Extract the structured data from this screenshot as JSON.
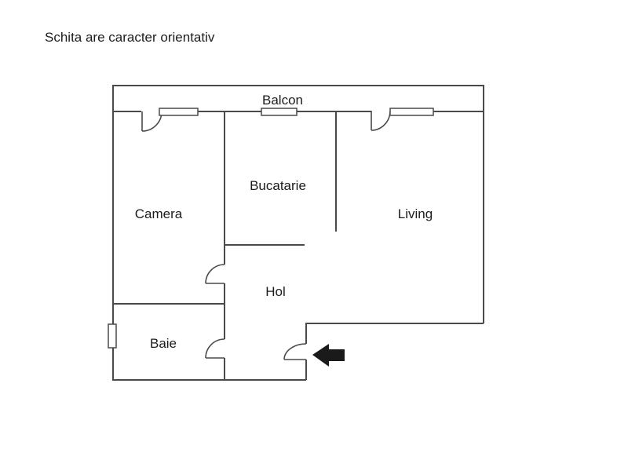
{
  "page": {
    "disclaimer": "Schita are caracter orientativ"
  },
  "floorplan": {
    "rooms": {
      "balcon": "Balcon",
      "camera": "Camera",
      "bucatarie": "Bucatarie",
      "living": "Living",
      "hol": "Hol",
      "baie": "Baie"
    },
    "icons": {
      "entrance_arrow": "left-pointing entrance arrow"
    },
    "colors": {
      "wall": "#4a4a4a",
      "text": "#1c1c1c",
      "arrow": "#1a1a1a",
      "background": "#ffffff"
    }
  }
}
